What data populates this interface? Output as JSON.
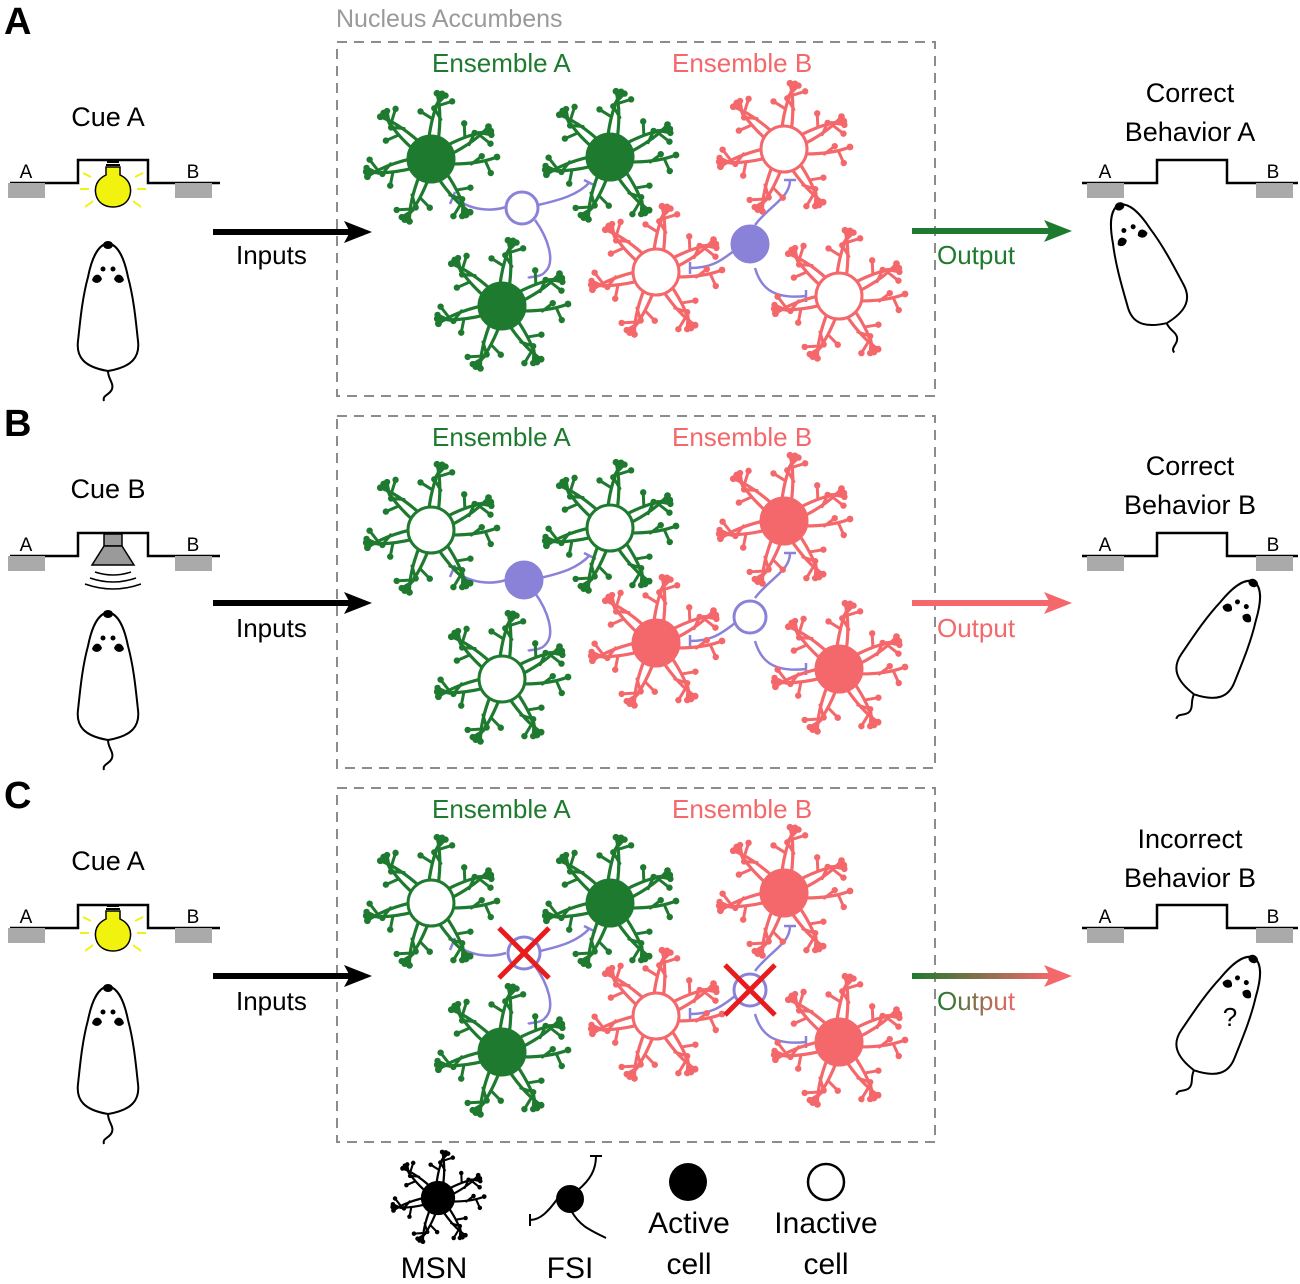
{
  "figure": {
    "region_label": "Nucleus Accumbens",
    "colors": {
      "ensemble_a": "#1e7a2e",
      "ensemble_b": "#f4676a",
      "fsi": "#8a82d8",
      "box_border": "#8c8c8c",
      "platform_pad": "#aaaaaa",
      "bulb": "#f2f20f",
      "speaker": "#9a9a9a",
      "inhibit_x": "#e81c1c"
    },
    "panels": [
      {
        "letter": "A",
        "cue": "Cue A",
        "cue_icon": "light-bulb-icon",
        "inputs": "Inputs",
        "ensemble_a": "Ensemble A",
        "ensemble_b": "Ensemble B",
        "output": "Output",
        "output_color": "ensemble_a",
        "behavior_line1": "Correct",
        "behavior_line2": "Behavior A",
        "pad_left": "A",
        "pad_right": "B",
        "question": ""
      },
      {
        "letter": "B",
        "cue": "Cue B",
        "cue_icon": "speaker-icon",
        "inputs": "Inputs",
        "ensemble_a": "Ensemble A",
        "ensemble_b": "Ensemble B",
        "output": "Output",
        "output_color": "ensemble_b",
        "behavior_line1": "Correct",
        "behavior_line2": "Behavior B",
        "pad_left": "A",
        "pad_right": "B",
        "question": ""
      },
      {
        "letter": "C",
        "cue": "Cue A",
        "cue_icon": "light-bulb-icon",
        "inputs": "Inputs",
        "ensemble_a": "Ensemble A",
        "ensemble_b": "Ensemble B",
        "output": "Output",
        "output_color": "gradient",
        "behavior_line1": "Incorrect",
        "behavior_line2": "Behavior B",
        "pad_left": "A",
        "pad_right": "B",
        "question": "?"
      }
    ],
    "legend": {
      "msn": "MSN",
      "fsi": "FSI",
      "active_line1": "Active",
      "active_line2": "cell",
      "inactive_line1": "Inactive",
      "inactive_line2": "cell"
    }
  }
}
